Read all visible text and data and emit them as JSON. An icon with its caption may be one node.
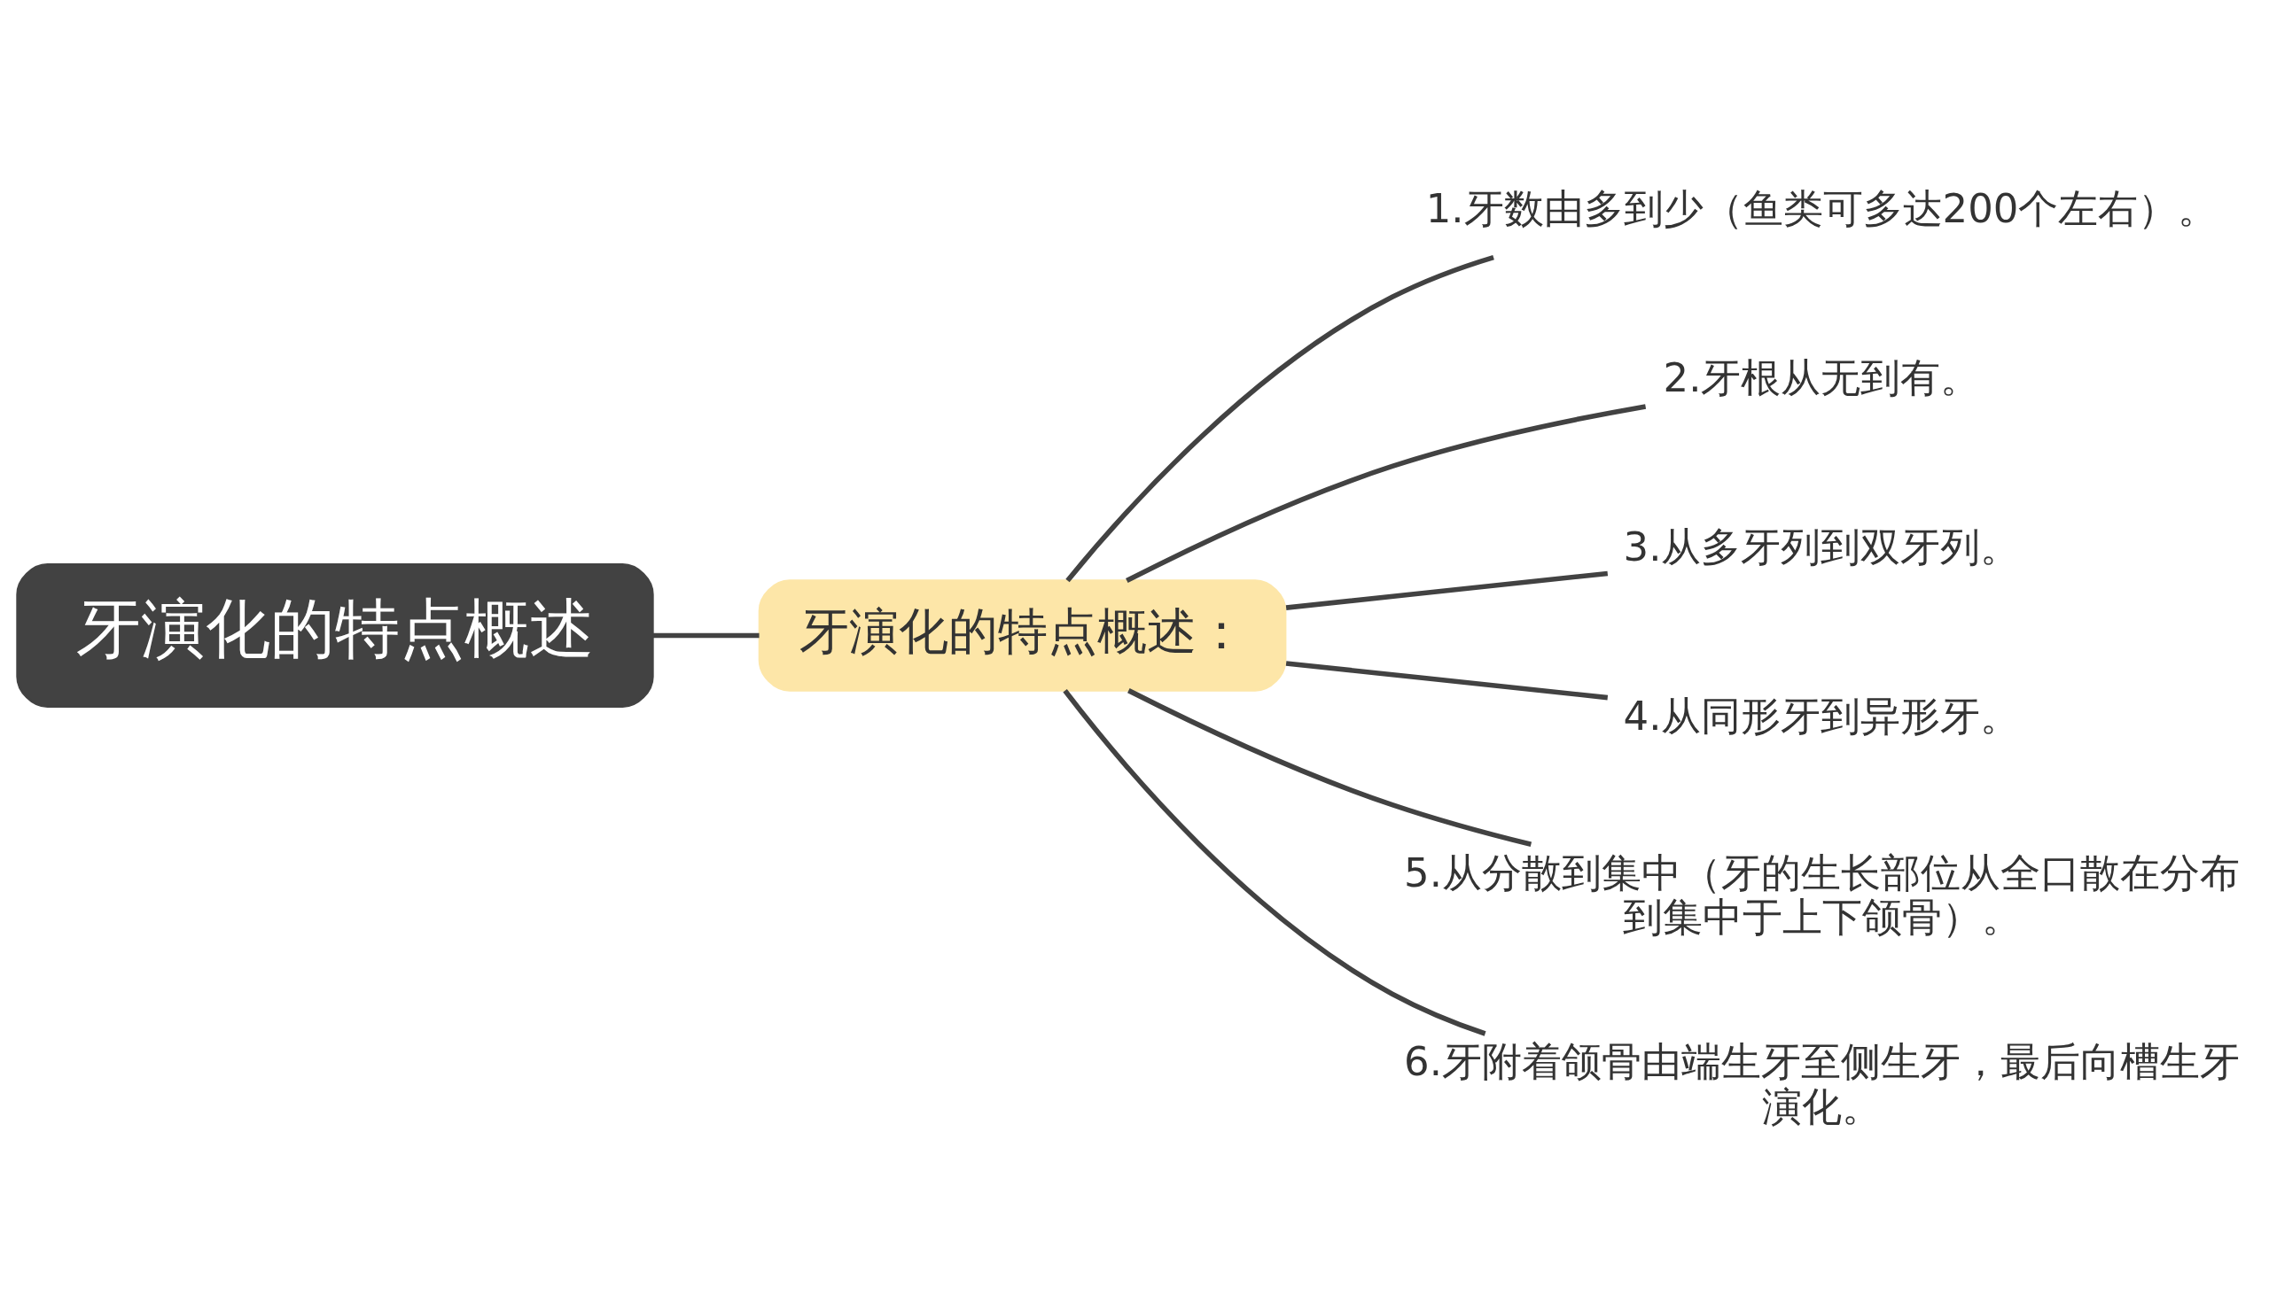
{
  "diagram": {
    "nodes": [
      {
        "text": [
          "牙演化的特点概述"
        ]
      },
      {
        "text": [
          "牙演化的特点概述："
        ]
      },
      {
        "text": [
          "1.牙数由多到少（鱼类可多达200个左右）。"
        ]
      },
      {
        "text": [
          "2.牙根从无到有。"
        ]
      },
      {
        "text": [
          "3.从多牙列到双牙列。"
        ]
      },
      {
        "text": [
          "4.从同形牙到异形牙。"
        ]
      },
      {
        "text": [
          "5.从分散到集中（牙的生长部位从全口散在分布到集中于上下颌骨）。"
        ]
      },
      {
        "text": [
          "6.牙附着颌骨由端生牙至侧生牙，最后向槽生牙演化。"
        ]
      }
    ],
    "edges": [
      {
        "from": 0,
        "to": 1,
        "arrow": "none"
      },
      {
        "from": 1,
        "to": 2,
        "arrow": "none"
      },
      {
        "from": 1,
        "to": 3,
        "arrow": "none"
      },
      {
        "from": 1,
        "to": 4,
        "arrow": "none"
      },
      {
        "from": 1,
        "to": 5,
        "arrow": "none"
      },
      {
        "from": 1,
        "to": 6,
        "arrow": "none"
      },
      {
        "from": 1,
        "to": 7,
        "arrow": "none"
      }
    ]
  }
}
